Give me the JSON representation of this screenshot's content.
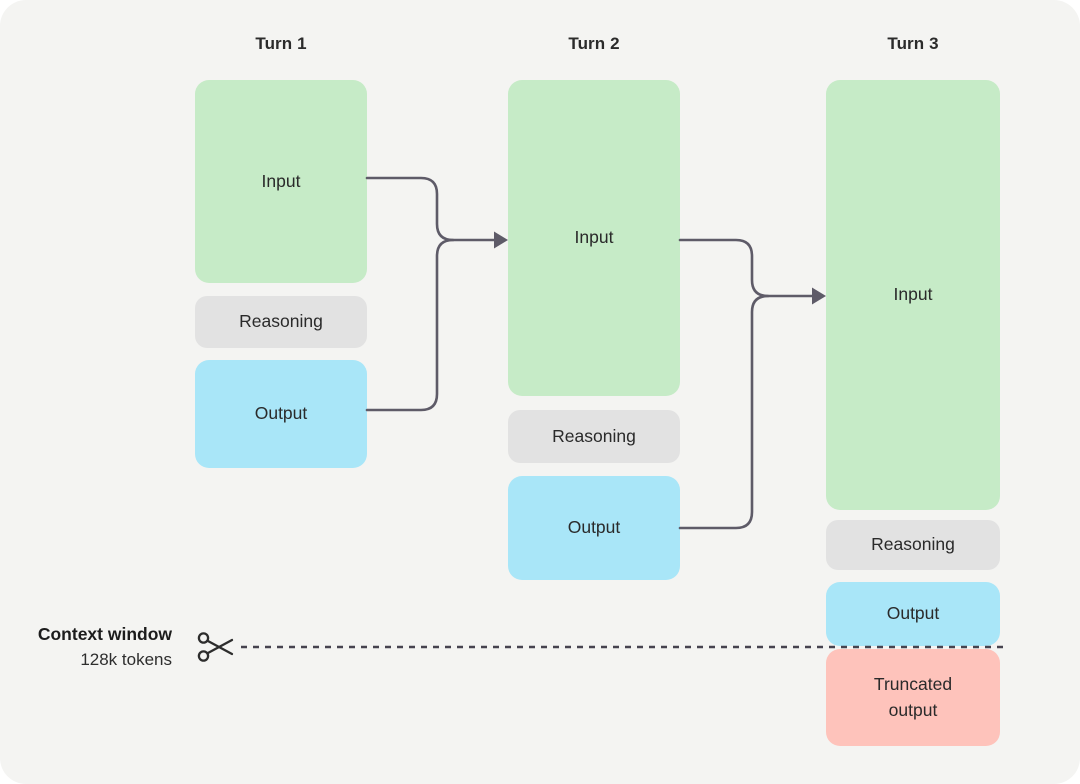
{
  "colors": {
    "canvas-bg": "#f4f4f2",
    "input-fill": "#c6ebc7",
    "reasoning-fill": "#e2e2e2",
    "output-fill": "#a9e6f8",
    "truncated-fill": "#fec3bb",
    "arrow-stroke": "#5e5b68",
    "cut-line": "#46434f",
    "label-text": "#2a2a2a"
  },
  "turns": [
    {
      "label": "Turn 1",
      "blocks": {
        "input": "Input",
        "reasoning": "Reasoning",
        "output": "Output"
      }
    },
    {
      "label": "Turn 2",
      "blocks": {
        "input": "Input",
        "reasoning": "Reasoning",
        "output": "Output"
      }
    },
    {
      "label": "Turn 3",
      "blocks": {
        "input": "Input",
        "reasoning": "Reasoning",
        "output": "Output",
        "truncated": "Truncated output"
      }
    }
  ],
  "context_window": {
    "title": "Context window",
    "subtitle": "128k tokens"
  }
}
